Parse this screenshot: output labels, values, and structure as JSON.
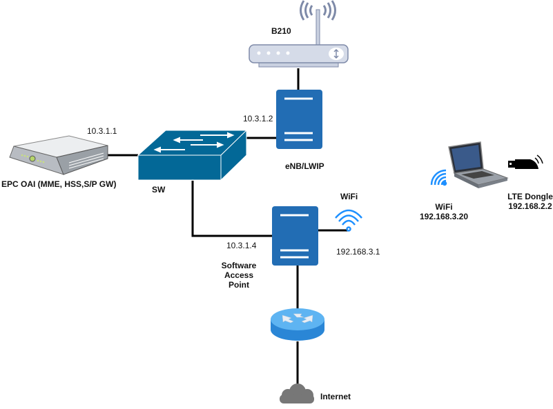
{
  "diagram": {
    "nodes": {
      "b210": {
        "label": "B210",
        "icon": "usrp-radio-icon"
      },
      "enb": {
        "label": "eNB/LWIP",
        "ip": "10.3.1.2",
        "icon": "server-icon"
      },
      "epc": {
        "label": "EPC OAI (MME, HSS,S/P GW)",
        "ip": "10.3.1.1",
        "icon": "rack-server-icon"
      },
      "switch": {
        "label": "SW",
        "icon": "switch-icon"
      },
      "sap": {
        "label_lines": [
          "Software",
          "Access",
          "Point"
        ],
        "ip": "10.3.1.4",
        "icon": "server-icon"
      },
      "sap_wifi": {
        "label": "WiFi",
        "ip": "192.168.3.1",
        "icon": "wifi-icon"
      },
      "router": {
        "icon": "router-icon"
      },
      "internet": {
        "label": "Internet",
        "icon": "cloud-icon"
      },
      "laptop": {
        "icon": "laptop-icon"
      },
      "client_wifi": {
        "label": "WiFi",
        "ip": "192.168.3.20",
        "icon": "wifi-signal-icon"
      },
      "lte_dongle": {
        "label": "LTE Dongle",
        "ip": "192.168.2.2",
        "icon": "usb-dongle-icon"
      }
    },
    "colors": {
      "server_blue": "#226db4",
      "switch_blue": "#036897",
      "wifi_blue": "#1e90ff",
      "router_blue": "#3aa0e8",
      "cloud_gray": "#777777",
      "b210_gray": "#d5dbe8",
      "b210_outline": "#7e8aa8",
      "link": "#000000"
    }
  }
}
